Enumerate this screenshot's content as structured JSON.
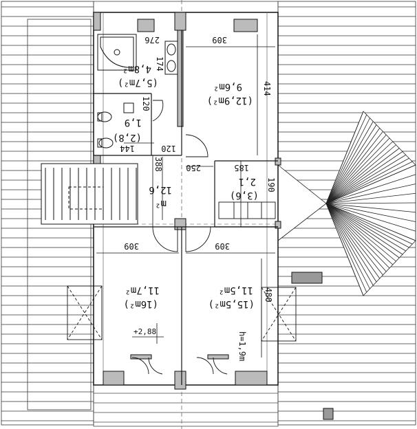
{
  "rooms": {
    "bathroom": {
      "area": "4,8m²",
      "area_alt": "(5,7m²)"
    },
    "wc": {
      "area": "1,9",
      "area_alt": "(2,8)"
    },
    "room_nw": {
      "area": "9,6m²",
      "area_alt": "(12,9m²)"
    },
    "hall": {
      "area": "12,6",
      "unit": "m²"
    },
    "closet": {
      "area": "2,1",
      "area_alt": "(3,6)"
    },
    "room_sw": {
      "area": "11,7m²",
      "area_alt": "(16m²)"
    },
    "room_se": {
      "area": "11,5m²",
      "area_alt": "(15,5m²)"
    }
  },
  "dimensions": {
    "d276": "276",
    "d309_top": "309",
    "d414": "414",
    "d174": "174",
    "d144": "144",
    "d120_a": "120",
    "d120_b": "120",
    "d388": "388",
    "d250": "250",
    "d185": "185",
    "d190": "190",
    "d309_mid_left": "309",
    "d309_mid_right": "309",
    "d480": "480"
  },
  "annotations": {
    "level": "+2,88",
    "height": "h=1,9m"
  }
}
